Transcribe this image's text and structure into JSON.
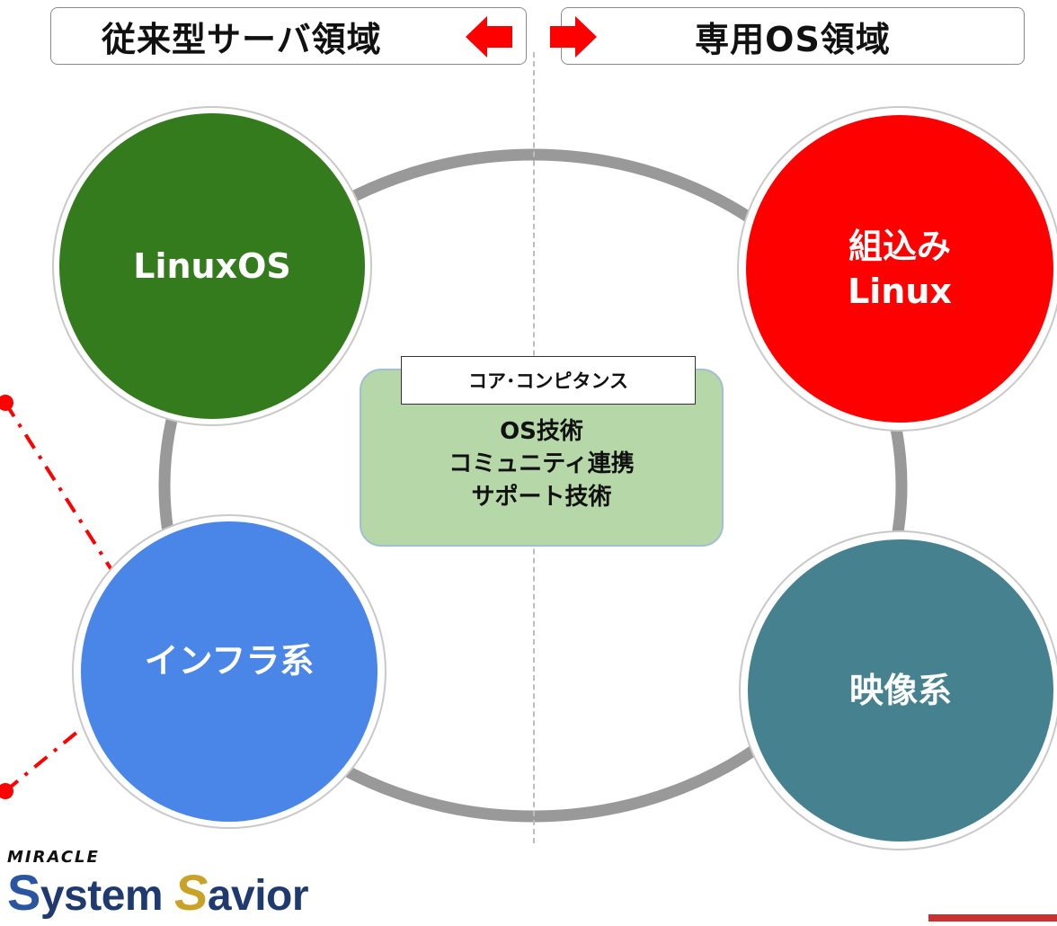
{
  "header": {
    "left_label": "従来型サーバ領域",
    "right_label": "専用OS領域",
    "arrow_color": "#ff0000"
  },
  "nodes": [
    {
      "id": "linuxos",
      "label": "LinuxOS",
      "color": "#347b1d"
    },
    {
      "id": "embedded",
      "label": "組込み\nLinux",
      "color": "#ff0000"
    },
    {
      "id": "infra",
      "label": "インフラ系",
      "color": "#4a86e8"
    },
    {
      "id": "video",
      "label": "映像系",
      "color": "#45818e"
    }
  ],
  "core": {
    "title": "コア･コンピタンス",
    "body": "OS技術\nコミュニティ連携\nサポート技術",
    "fill_color": "#b6d8a9"
  },
  "logo": {
    "brand": "MIRACLE",
    "product_s1": "S",
    "product_mid": "ystem ",
    "product_s2": "S",
    "product_end": "avior"
  }
}
